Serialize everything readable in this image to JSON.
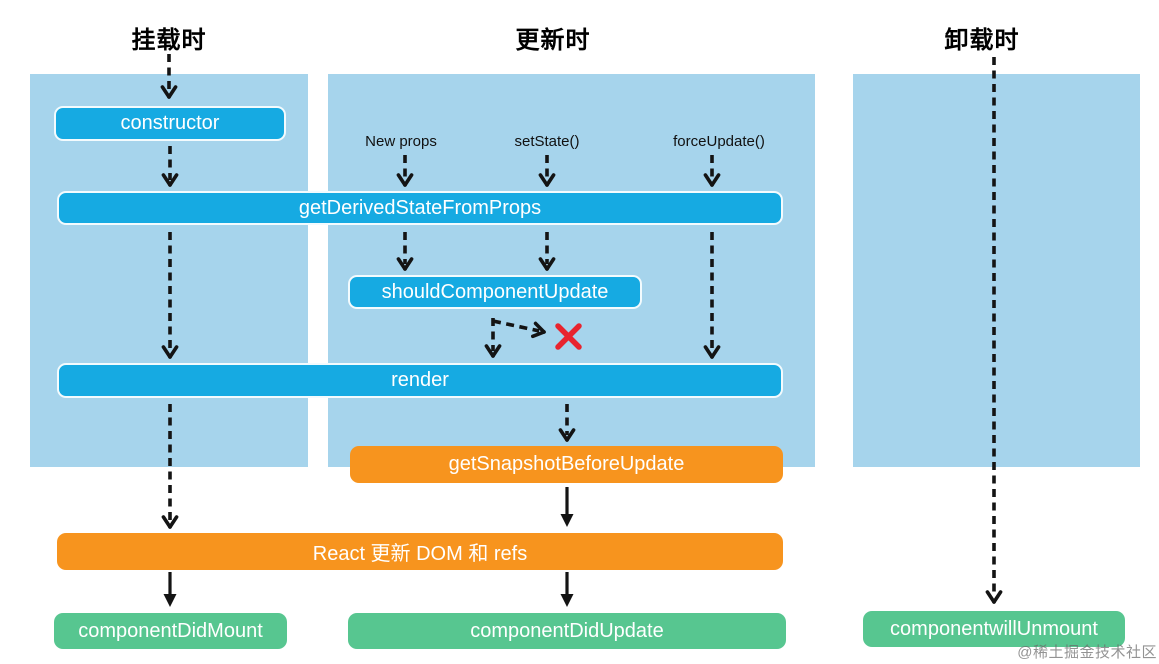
{
  "phases": {
    "mount": {
      "header": "挂载时"
    },
    "update": {
      "header": "更新时"
    },
    "unmount": {
      "header": "卸载时"
    }
  },
  "triggers": {
    "new_props": "New props",
    "set_state": "setState()",
    "force_update": "forceUpdate()"
  },
  "boxes": {
    "constructor": "constructor",
    "get_derived": "getDerivedStateFromProps",
    "should_update": "shouldComponentUpdate",
    "render": "render",
    "get_snapshot": "getSnapshotBeforeUpdate",
    "react_dom": "React 更新 DOM 和 refs",
    "did_mount": "componentDidMount",
    "did_update": "componentDidUpdate",
    "will_unmount": "componentwillUnmount"
  },
  "icons": {
    "cancel": "red-x-icon"
  },
  "watermark": "@稀土掘金技术社区",
  "colors": {
    "panel": "#a6d4ec",
    "lifecycle_blue": "#16aae2",
    "side_effect_orange": "#f7941e",
    "commit_green": "#57c690",
    "cancel_red": "#e8242e",
    "arrow": "#141414"
  }
}
